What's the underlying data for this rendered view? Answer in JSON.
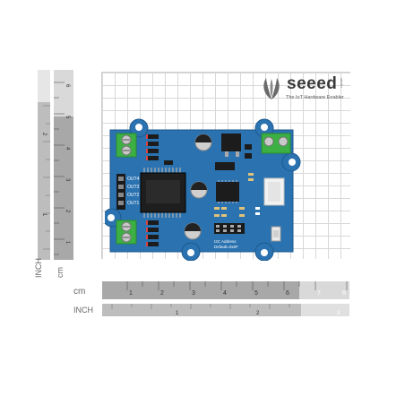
{
  "logo": {
    "brand": "seeed",
    "tagline": "The IoT Hardware Enabler",
    "studio": "studio"
  },
  "rulers": {
    "vertical_inch_label": "INCH",
    "vertical_cm_label": "cm",
    "horizontal_cm_label": "cm",
    "horizontal_inch_label": "INCH",
    "cm_ticks": [
      "1",
      "2",
      "3",
      "4",
      "5",
      "6",
      "7",
      "8"
    ],
    "inch_ticks_h": [
      "1",
      "2",
      "3"
    ],
    "cm_ticks_v": [
      "1",
      "2",
      "3",
      "4",
      "5",
      "6"
    ],
    "inch_ticks_v": [
      "1",
      "2"
    ]
  },
  "board": {
    "outputs": [
      "OUT4",
      "OUT3",
      "OUT2",
      "OUT1"
    ],
    "i2c_label": "I2C Address",
    "default_label": "Default=0x0F",
    "colors": {
      "pcb": "#2a72b0",
      "terminal": "#3cb043",
      "chip": "#1e1e1e",
      "connector": "#f2f2f2"
    }
  }
}
